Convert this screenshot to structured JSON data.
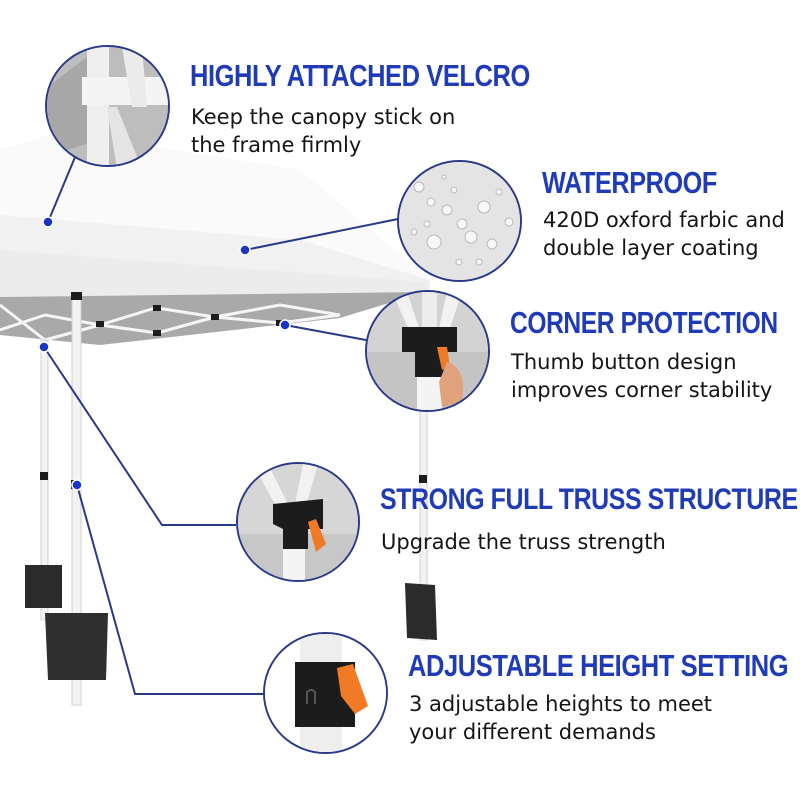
{
  "features": [
    {
      "title": "HIGHLY ATTACHED VELCRO",
      "lines": [
        "Keep the canopy stick on",
        "the frame firmly"
      ]
    },
    {
      "title": "WATERPROOF",
      "lines": [
        "420D oxford farbic and",
        "double layer coating"
      ]
    },
    {
      "title": "CORNER PROTECTION",
      "lines": [
        "Thumb button design",
        "improves corner stability"
      ]
    },
    {
      "title": "STRONG FULL TRUSS STRUCTURE",
      "lines": [
        "Upgrade the truss strength"
      ]
    },
    {
      "title": "ADJUSTABLE HEIGHT SETTING",
      "lines": [
        "3 adjustable heights to meet",
        "your different demands"
      ]
    }
  ],
  "colors": {
    "title_blue": "#1f3bb8",
    "callout_line": "#2a3a8a",
    "dot_blue": "#1a35c4",
    "canopy_white": "#f2f2f2",
    "frame_gray": "#9a9a9a",
    "bracket_black": "#1c1c1c",
    "button_orange": "#f07a25"
  },
  "images": {
    "product": "pop-up-canopy-tent",
    "zoom_velcro": "velcro-frame-closeup",
    "zoom_waterproof": "water-droplets-fabric-closeup",
    "zoom_corner": "corner-bracket-thumb-button-closeup",
    "zoom_truss": "truss-bracket-closeup",
    "zoom_height": "leg-height-button-closeup"
  }
}
